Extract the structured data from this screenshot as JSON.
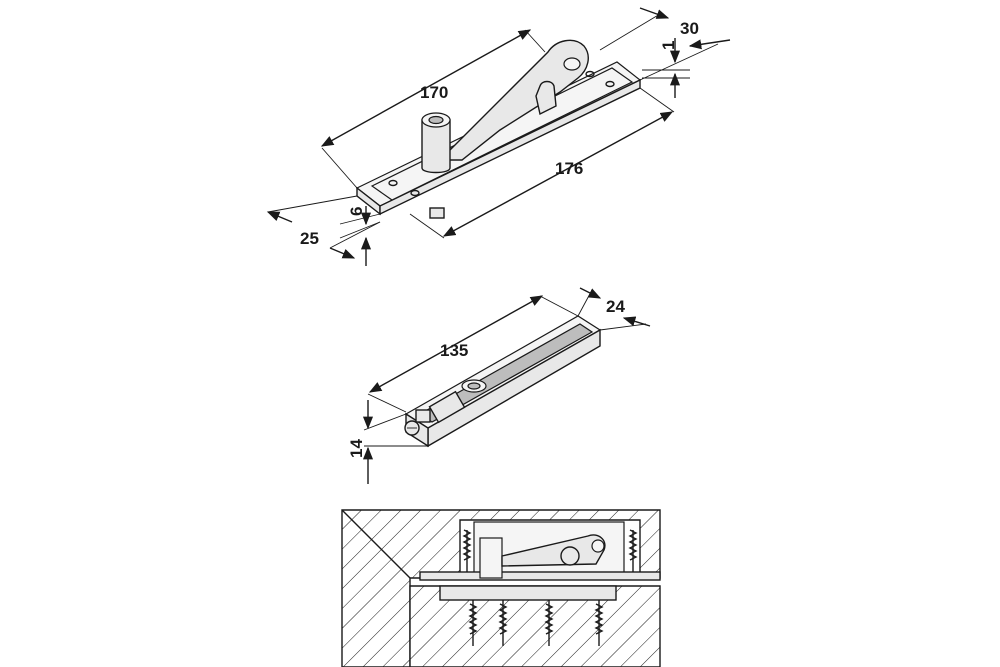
{
  "pivot_plate": {
    "dims": {
      "length_top": "170",
      "width_right": "30",
      "thickness_right": "1",
      "length_bottom": "176",
      "thickness_left": "6",
      "width_left": "25"
    }
  },
  "housing": {
    "dims": {
      "length": "135",
      "width": "24",
      "height": "14"
    }
  }
}
